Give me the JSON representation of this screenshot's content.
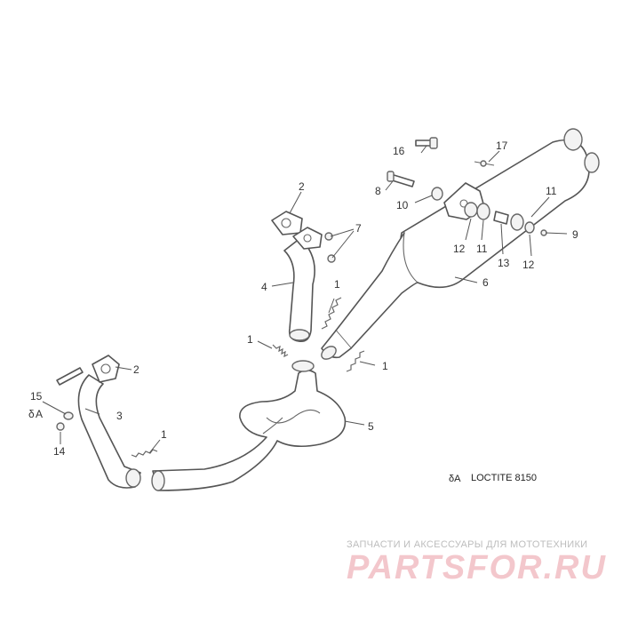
{
  "callouts": {
    "c1a": "1",
    "c1b": "1",
    "c1c": "1",
    "c1d": "1",
    "c2a": "2",
    "c2b": "2",
    "c3": "3",
    "c4": "4",
    "c5": "5",
    "c6": "6",
    "c7": "7",
    "c8": "8",
    "c9": "9",
    "c10": "10",
    "c11a": "11",
    "c11b": "11",
    "c12a": "12",
    "c12b": "12",
    "c13": "13",
    "c14": "14",
    "c15": "15",
    "c16": "16",
    "c17": "17"
  },
  "marker": {
    "small": "A",
    "symbol": "δ"
  },
  "legend": {
    "symbol": "δA",
    "text": "LOCTITE 8150"
  },
  "watermark": {
    "tagline": "ЗАПЧАСТИ И АКСЕССУАРЫ ДЛЯ МОТОТЕХНИКИ",
    "logo": "PARTSFOR.RU"
  }
}
